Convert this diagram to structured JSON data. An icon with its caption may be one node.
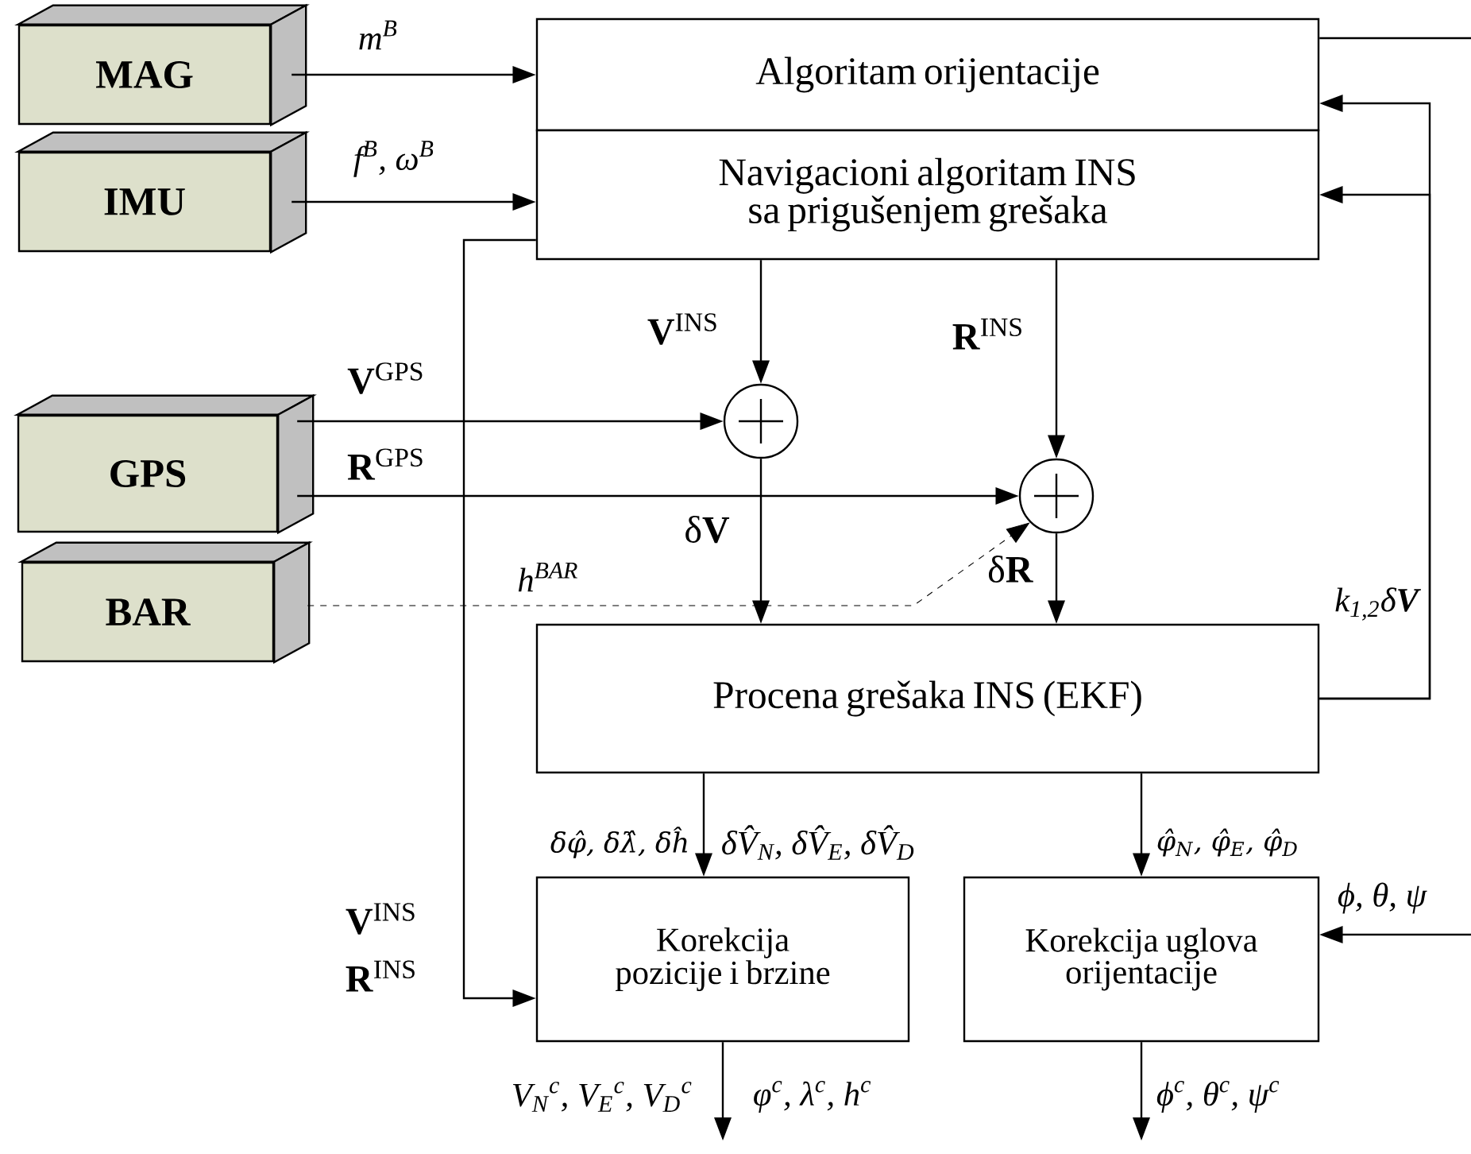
{
  "diagram": {
    "nodes": [
      {
        "text": [
          "MAG"
        ]
      },
      {
        "text": [
          "IMU"
        ]
      },
      {
        "text": [
          "Algoritam orijentacije"
        ]
      },
      {
        "text": [
          "Navigacioni algoritam INS sa prigušenjem grešaka"
        ]
      },
      {
        "text": [
          "GPS"
        ]
      },
      {
        "text": [
          "BAR"
        ]
      },
      {
        "text": [],
        "shape": "circle"
      },
      {
        "text": [],
        "shape": "circle"
      },
      {
        "text": [
          "Procena grešaka INS (EKF)"
        ]
      },
      {
        "text": [
          "Korekcija pozicije i brzine"
        ]
      },
      {
        "text": [
          "Korekcija uglova orijentacije"
        ]
      }
    ],
    "edges": [
      {
        "from": 0,
        "to": 2,
        "arrow": "to",
        "label": "m$^{B}$"
      },
      {
        "from": 1,
        "to": 3,
        "arrow": "to",
        "label": "f$^{B}$, ω$^{B}$"
      },
      {
        "from": 3,
        "to": 6,
        "arrow": "to",
        "label": "**V**$^{INS}$"
      },
      {
        "from": 3,
        "to": 7,
        "arrow": "to",
        "label": "**R**$^{INS}$"
      },
      {
        "from": 4,
        "to": 6,
        "arrow": "to",
        "label": "**V**$^{GPS}$"
      },
      {
        "from": 4,
        "to": 7,
        "arrow": "to",
        "label": "**R**$^{GPS}$"
      },
      {
        "from": 5,
        "to": 7,
        "arrow": "to",
        "style": "dashed",
        "label": "h$^{BAR}$"
      },
      {
        "from": 6,
        "to": 8,
        "arrow": "to",
        "label": "δ**V**"
      },
      {
        "from": 7,
        "to": 8,
        "arrow": "to",
        "label": "δ**R**"
      },
      {
        "from": 8,
        "to": 3,
        "arrow": "to",
        "label": "k$_{1,2}$δ**V**"
      },
      {
        "from": 8,
        "to": 2,
        "arrow": "to"
      },
      {
        "from": 3,
        "to": 9,
        "arrow": "to",
        "label": "**V**$^{INS}$"
      },
      {
        "from": 8,
        "to": 9,
        "arrow": "to",
        "label": "δφ̂, δλ̂, δĥ"
      },
      {
        "from": 8,
        "to": 10,
        "arrow": "to",
        "label": "φ̂$_{N}$, φ̂$_{E}$, φ̂$_{D}$"
      },
      {
        "from": 9,
        "to": null,
        "arrow": "to",
        "label": "V$_{N}$$^{c}$, V$_{E}$$^{c}$, V$_{D}$$^{c}$"
      },
      {
        "from": 10,
        "to": null,
        "arrow": "to",
        "label": "ϕ$^{c}$, θ$^{c}$, ψ$^{c}$"
      },
      {
        "from": null,
        "to": 10,
        "arrow": "to",
        "label": "ϕ, θ, ψ"
      },
      {
        "from": 2,
        "to": null,
        "arrow": "none"
      }
    ],
    "labels": [
      "**R**$^{INS}$",
      "δV̂$_{N}$, δV̂$_{E}$, δV̂$_{D}$",
      "φ$^{c}$, λ$^{c}$, h$^{c}$"
    ]
  }
}
